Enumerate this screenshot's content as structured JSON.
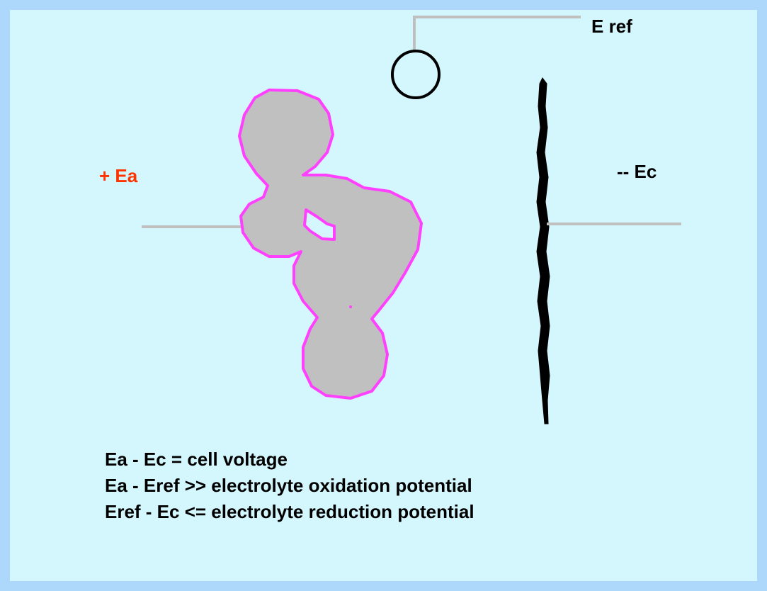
{
  "labels": {
    "reference": "E ref",
    "anode": "+ Ea",
    "cathode": "-- Ec"
  },
  "equations": [
    "Ea - Ec = cell voltage",
    "Ea - Eref >> electrolyte oxidation potential",
    "Eref - Ec <= electrolyte reduction potential"
  ],
  "colors": {
    "outer_background": "#add8fb",
    "panel_background": "#d4f6fd",
    "anode_fill": "#c0c0c0",
    "anode_outline": "#ff40ff",
    "anode_label": "#ff3300",
    "lead_wire": "#c0c0c0",
    "electrode": "#000000"
  }
}
